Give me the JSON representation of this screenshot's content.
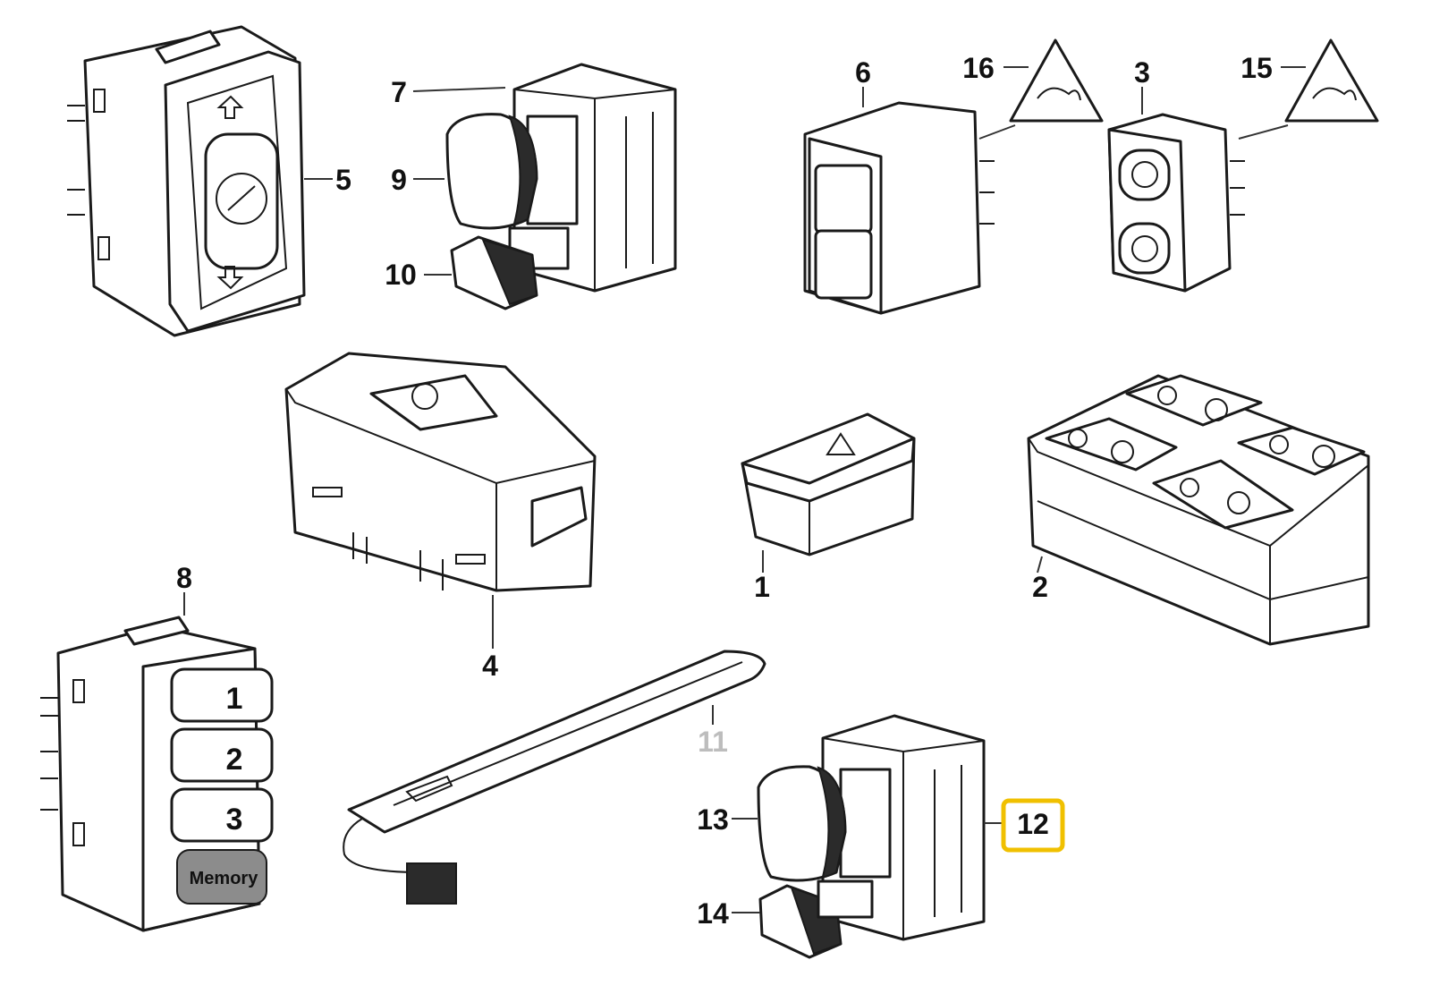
{
  "callouts": {
    "c1": "1",
    "c2": "2",
    "c3": "3",
    "c4": "4",
    "c5": "5",
    "c6": "6",
    "c7": "7",
    "c8": "8",
    "c9": "9",
    "c10": "10",
    "c11": "11",
    "c12": "12",
    "c13": "13",
    "c14": "14",
    "c15": "15",
    "c16": "16"
  },
  "selected_callout": "12",
  "memory_switch": {
    "button_1": "1",
    "button_2": "2",
    "button_3": "3",
    "memory": "Memory"
  },
  "colors": {
    "selection_highlight": "#f0c000",
    "muted_callout": "#bdbdbd"
  },
  "icons": [
    "warning-triangle-icon",
    "hazard-triangle-icon",
    "arrow-up-icon",
    "arrow-down-icon"
  ]
}
